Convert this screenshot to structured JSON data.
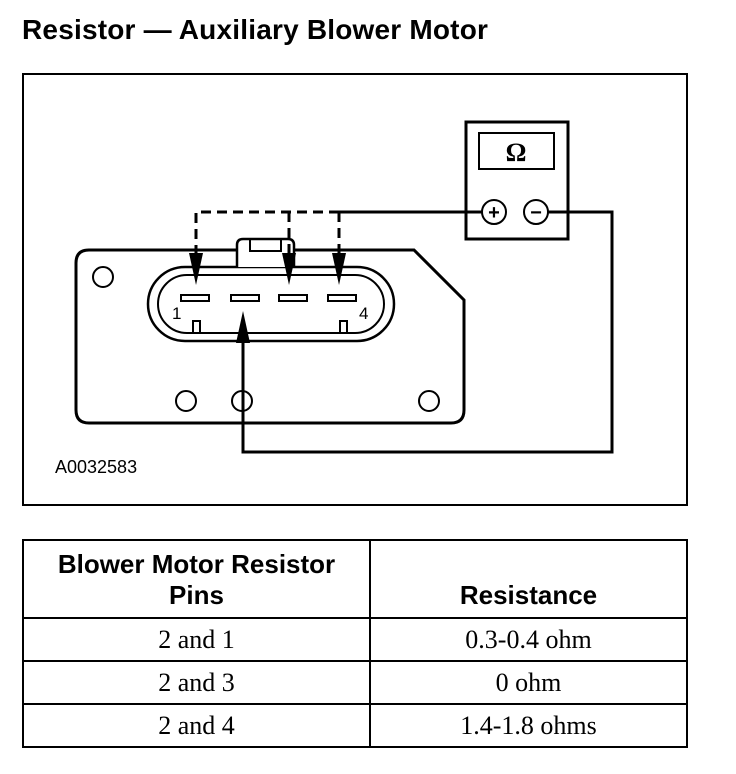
{
  "title": "Resistor — Auxiliary Blower Motor",
  "figure": {
    "id": "A0032583",
    "meter_symbol": "Ω",
    "probe_plus": "+",
    "probe_minus": "−",
    "pin_label_left": "1",
    "pin_label_right": "4"
  },
  "table": {
    "headers": [
      "Blower Motor Resistor Pins",
      "Resistance"
    ],
    "rows": [
      [
        "2 and 1",
        "0.3-0.4 ohm"
      ],
      [
        "2 and 3",
        "0 ohm"
      ],
      [
        "2 and 4",
        "1.4-1.8 ohms"
      ]
    ]
  }
}
